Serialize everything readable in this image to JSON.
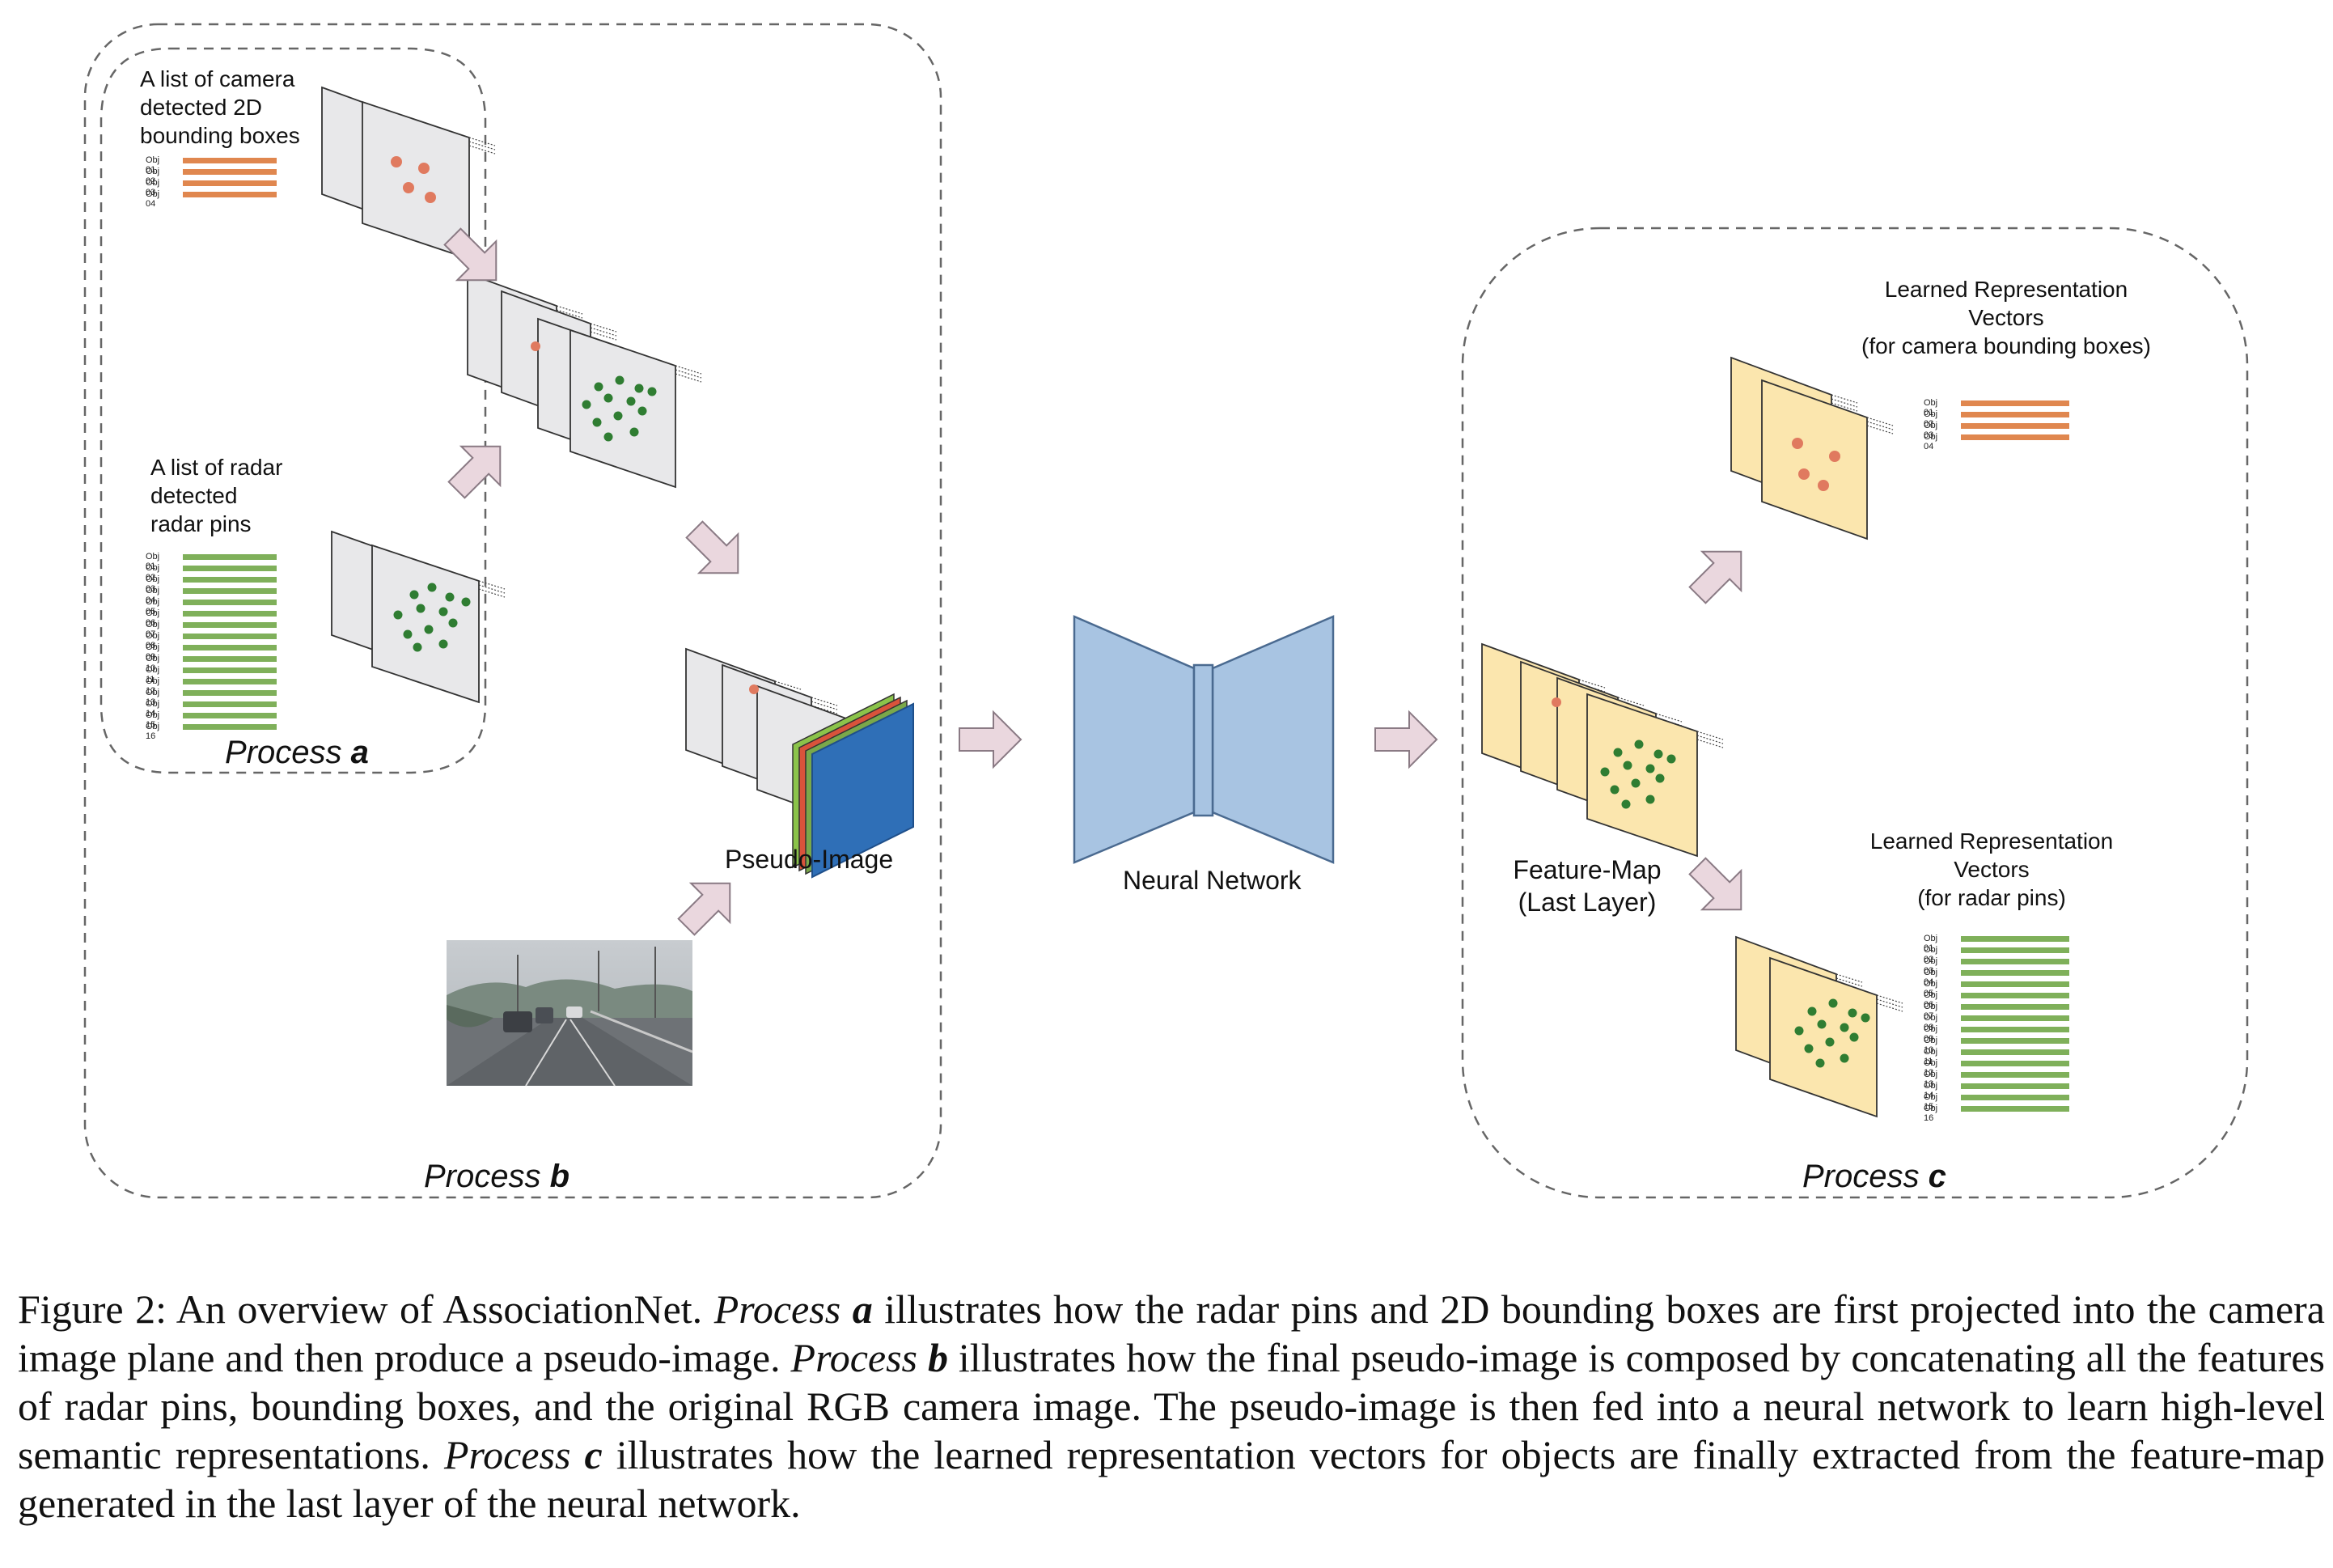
{
  "process_a": {
    "label_text": "Process",
    "label_letter": "a",
    "camera_list_label": [
      "A list of camera",
      "detected 2D",
      "bounding boxes"
    ],
    "radar_list_label": [
      "A list of radar",
      "detected",
      "radar pins"
    ],
    "camera_objects": [
      "Obj 01",
      "Obj 02",
      "Obj 03",
      "Obj 04"
    ],
    "radar_objects": [
      "Obj 01",
      "Obj 02",
      "Obj 03",
      "Obj 04",
      "Obj 05",
      "Obj 06",
      "Obj 07",
      "Obj 08",
      "Obj 09",
      "Obj 10",
      "Obj 11",
      "Obj 12",
      "Obj 13",
      "Obj 14",
      "Obj 15",
      "Obj 16"
    ]
  },
  "process_b": {
    "label_text": "Process",
    "label_letter": "b",
    "pseudo_image_label": "Pseudo-Image"
  },
  "neural_network": {
    "label": "Neural Network"
  },
  "process_c": {
    "label_text": "Process",
    "label_letter": "c",
    "feature_map_label": [
      "Feature-Map",
      "(Last Layer)"
    ],
    "camera_vectors_label": [
      "Learned Representation",
      "Vectors",
      "(for camera bounding boxes)"
    ],
    "radar_vectors_label": [
      "Learned Representation",
      "Vectors",
      "(for radar pins)"
    ],
    "camera_objects": [
      "Obj 01",
      "Obj 02",
      "Obj 03",
      "Obj 04"
    ],
    "radar_objects": [
      "Obj 01",
      "Obj 02",
      "Obj 03",
      "Obj 04",
      "Obj 05",
      "Obj 06",
      "Obj 07",
      "Obj 08",
      "Obj 09",
      "Obj 10",
      "Obj 11",
      "Obj 12",
      "Obj 13",
      "Obj 14",
      "Obj 15",
      "Obj 16"
    ]
  },
  "colors": {
    "camera_bar": "#e0874f",
    "radar_bar": "#7fb05a",
    "plane_fill": "#e8e8ea",
    "feature_fill": "#fbe6ae",
    "network_fill": "#a8c4e2",
    "arrow_fill": "#ead7de",
    "red_dot": "#e07a5f",
    "green_dot": "#2f7d32"
  },
  "caption": {
    "prefix": "Figure 2:  An overview of AssociationNet. ",
    "proc_a": "Process ",
    "letter_a": "a",
    "text_a": " illustrates how the radar pins and 2D bounding boxes are first projected into the camera image plane and then produce a pseudo-image. ",
    "proc_b": "Process ",
    "letter_b": "b",
    "text_b": " illustrates how the final pseudo-image is composed by concatenating all the features of radar pins, bounding boxes, and the original RGB camera image. The pseudo-image is then fed into a neural network to learn high-level semantic representations. ",
    "proc_c": "Process ",
    "letter_c": "c",
    "text_c": " illustrates how the learned representation vectors for objects are finally extracted from the feature-map generated in the last layer of the neural network."
  }
}
